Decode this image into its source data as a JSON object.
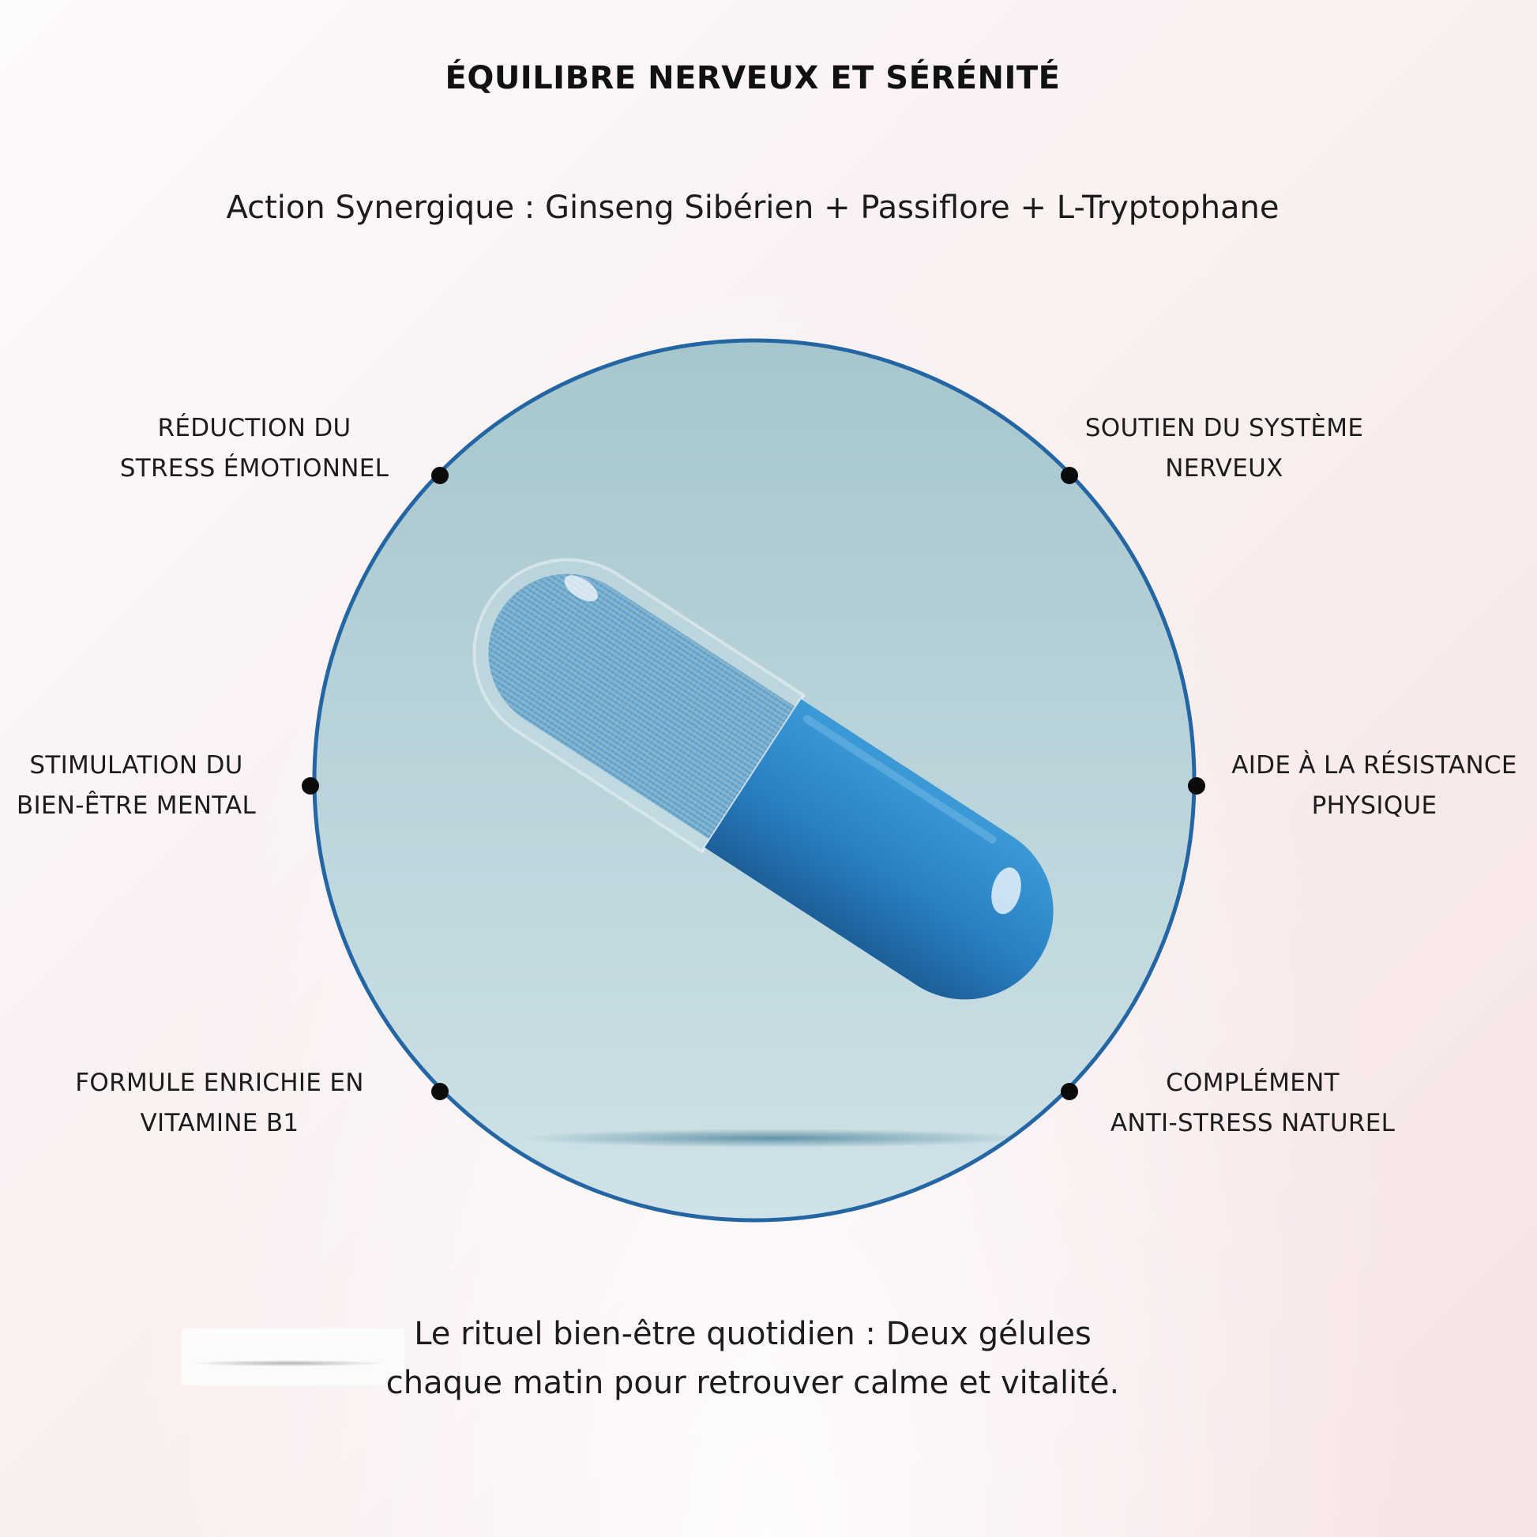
{
  "page": {
    "title": "ÉQUILIBRE NERVEUX ET SÉRÉNITÉ",
    "subtitle": "Action Synergique : Ginseng Sibérien + Passiflore + L-Tryptophane"
  },
  "benefits": {
    "top_left": {
      "line1": "RÉDUCTION DU",
      "line2": "STRESS ÉMOTIONNEL"
    },
    "top_right": {
      "line1": "SOUTIEN DU SYSTÈME",
      "line2": "NERVEUX"
    },
    "middle_left": {
      "line1": "STIMULATION DU",
      "line2": "BIEN-ÊTRE MENTAL"
    },
    "middle_right": {
      "line1": "AIDE À LA RÉSISTANCE",
      "line2": "PHYSIQUE"
    },
    "bottom_left": {
      "line1": "FORMULE ENRICHIE EN",
      "line2": "VITAMINE B1"
    },
    "bottom_right": {
      "line1": "COMPLÉMENT",
      "line2": "ANTI-STRESS NATUREL"
    }
  },
  "footer": {
    "line1": "Le rituel bien-être quotidien : Deux gélules",
    "line2": "chaque matin pour retrouver calme et vitalité."
  },
  "colors": {
    "circle_stroke": "#2466a3",
    "circle_fill_top": "#a9c8ce",
    "circle_fill_bottom": "#cde1e7",
    "capsule_blue": "#2a7fc0",
    "marker": "#0b0b0b"
  },
  "icons": {
    "capsule": "capsule-icon",
    "markers": "dot-marker-icon"
  }
}
